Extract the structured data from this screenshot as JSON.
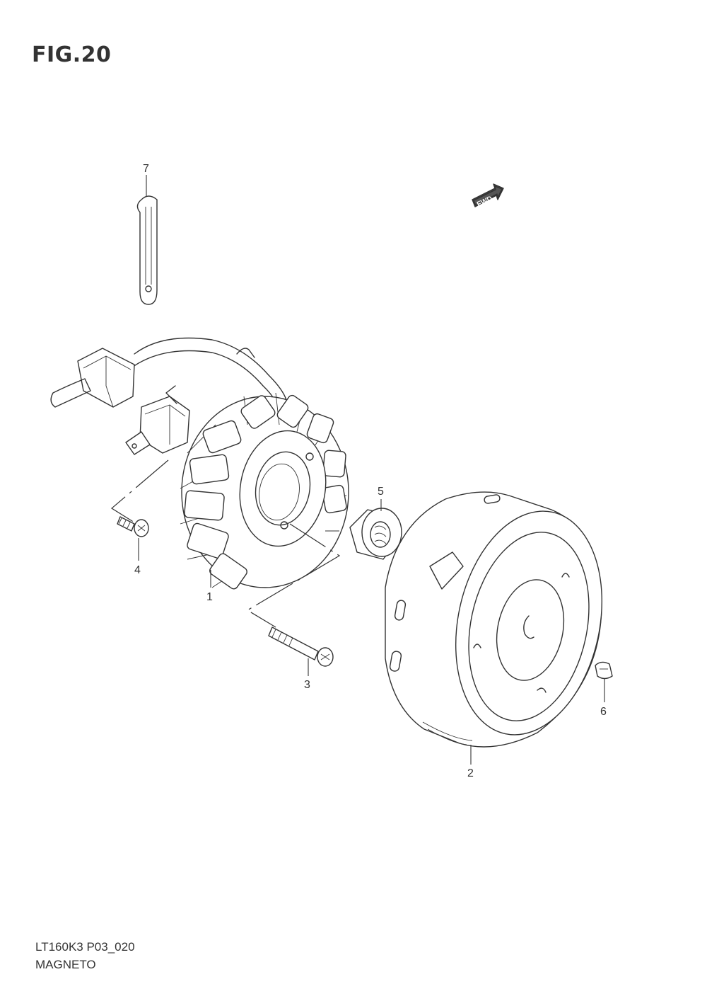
{
  "figure": {
    "title": "FIG.20",
    "code": "LT160K3 P03_020",
    "name": "MAGNETO"
  },
  "fwd_badge": {
    "text": "FWD"
  },
  "callouts": [
    "1",
    "2",
    "3",
    "4",
    "5",
    "6",
    "7"
  ]
}
